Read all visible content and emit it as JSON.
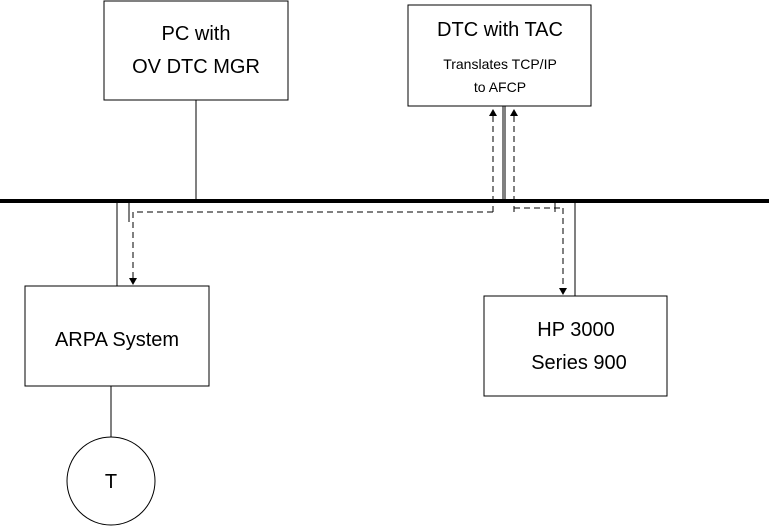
{
  "nodes": {
    "pc": {
      "line1": "PC with",
      "line2": "OV DTC MGR"
    },
    "dtc": {
      "title": "DTC with TAC",
      "line1": "Translates TCP/IP",
      "line2": "to AFCP"
    },
    "arpa": {
      "label": "ARPA System"
    },
    "hp": {
      "line1": "HP 3000",
      "line2": "Series 900"
    },
    "terminal": {
      "label": "T"
    }
  },
  "colors": {
    "stroke": "#000000",
    "background": "#ffffff"
  }
}
